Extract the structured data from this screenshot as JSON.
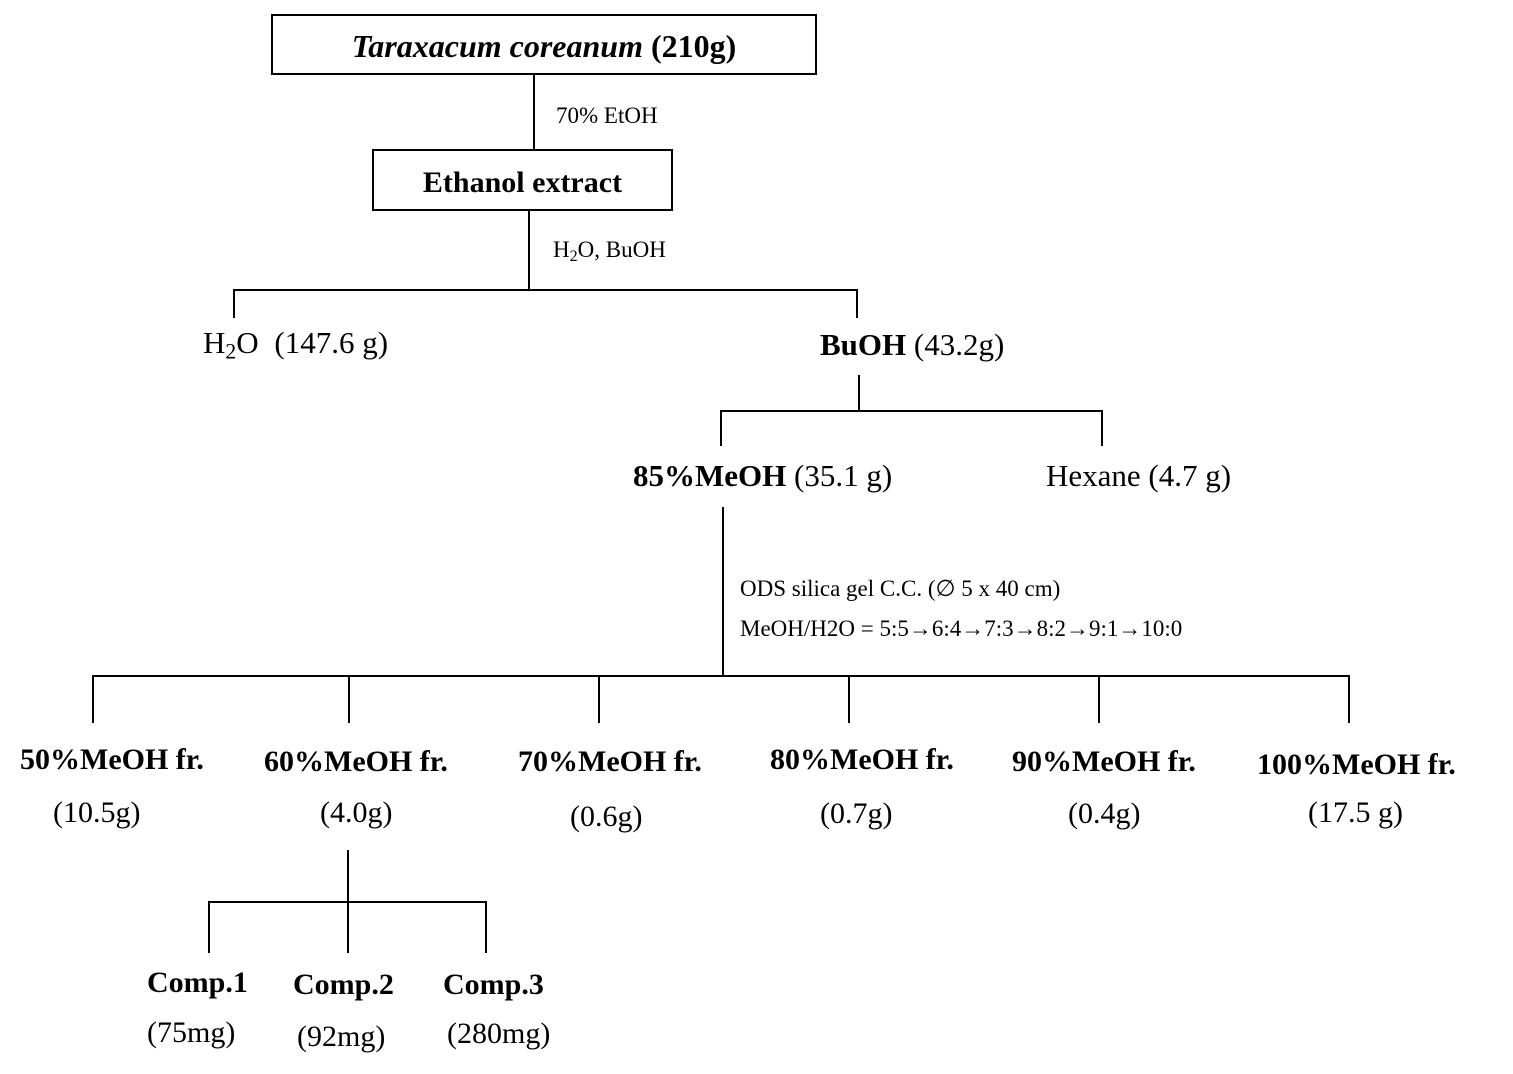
{
  "root": {
    "name": "Taraxacum coreanum",
    "mass": "(210g)"
  },
  "step1": {
    "solvent": "70% EtOH"
  },
  "extract": {
    "label": "Ethanol extract"
  },
  "step2": {
    "solvent_a": "H",
    "solvent_a_sub": "2",
    "solvent_a_rest": "O, BuOH"
  },
  "partition1": {
    "water": {
      "a": "H",
      "sub": "2",
      "b": "O",
      "mass": "(147.6 g)"
    },
    "buoh": {
      "name": "BuOH",
      "mass": "(43.2g)"
    }
  },
  "partition2": {
    "meoh85": {
      "name": "85%MeOH",
      "mass": "(35.1 g)"
    },
    "hexane": {
      "name": "Hexane",
      "mass": "(4.7 g)"
    }
  },
  "column": {
    "line1": "ODS silica gel C.C. (∅ 5 x 40 cm)",
    "line2": "MeOH/H2O = 5:5→6:4→7:3→8:2→9:1→10:0"
  },
  "fractions": [
    {
      "name": "50%MeOH fr.",
      "mass": "(10.5g)"
    },
    {
      "name": "60%MeOH fr.",
      "mass": "(4.0g)"
    },
    {
      "name": "70%MeOH fr.",
      "mass": "(0.6g)"
    },
    {
      "name": "80%MeOH fr.",
      "mass": "(0.7g)"
    },
    {
      "name": "90%MeOH fr.",
      "mass": "(0.4g)"
    },
    {
      "name": "100%MeOH fr.",
      "mass": "(17.5 g)"
    }
  ],
  "compounds": [
    {
      "name": "Comp.1",
      "mass": "(75mg)"
    },
    {
      "name": "Comp.2",
      "mass": "(92mg)"
    },
    {
      "name": "Comp.3",
      "mass": "(280mg)"
    }
  ]
}
